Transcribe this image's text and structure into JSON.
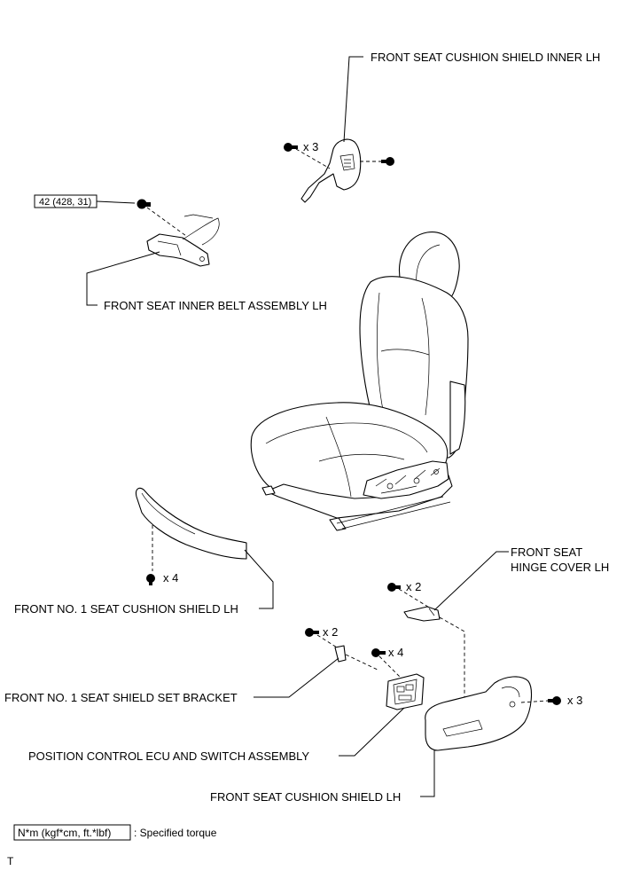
{
  "labels": {
    "cushion_shield_inner": "FRONT SEAT CUSHION SHIELD INNER LH",
    "inner_belt": "FRONT SEAT INNER BELT ASSEMBLY LH",
    "no1_cushion_shield": "FRONT NO. 1 SEAT CUSHION SHIELD LH",
    "hinge_cover_line1": "FRONT SEAT",
    "hinge_cover_line2": "HINGE COVER LH",
    "shield_set_bracket": "FRONT NO. 1 SEAT SHIELD SET BRACKET",
    "position_ecu": "POSITION CONTROL ECU AND SWITCH ASSEMBLY",
    "cushion_shield": "FRONT SEAT CUSHION SHIELD LH"
  },
  "quantities": {
    "inner_shield_screws": "x 3",
    "no1_shield_screws": "x 4",
    "hinge_cover_screws": "x 2",
    "bracket_screws": "x 2",
    "ecu_screws": "x 4",
    "cushion_shield_screws": "x 3"
  },
  "torque": {
    "belt_bolt": "42 (428, 31)"
  },
  "legend": {
    "units": "N*m (kgf*cm, ft.*lbf)",
    "description": ": Specified torque"
  },
  "footer_mark": "T"
}
